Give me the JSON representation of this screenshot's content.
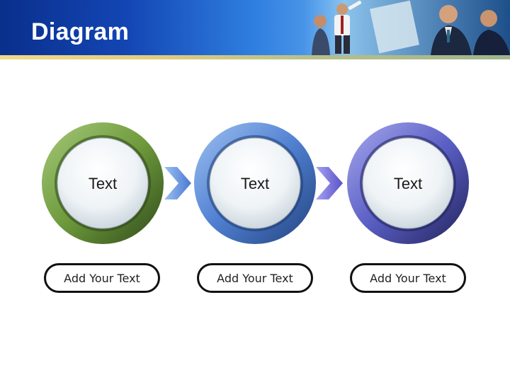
{
  "slide": {
    "title": "Diagram"
  },
  "steps": [
    {
      "label": "Text",
      "caption": "Add Your Text",
      "color": "#6e9a3c"
    },
    {
      "label": "Text",
      "caption": "Add Your Text",
      "color": "#4f7fd0"
    },
    {
      "label": "Text",
      "caption": "Add Your Text",
      "color": "#5a5fc4"
    }
  ],
  "arrows": [
    {
      "color": "#5b8be0"
    },
    {
      "color": "#6a64d6"
    }
  ]
}
